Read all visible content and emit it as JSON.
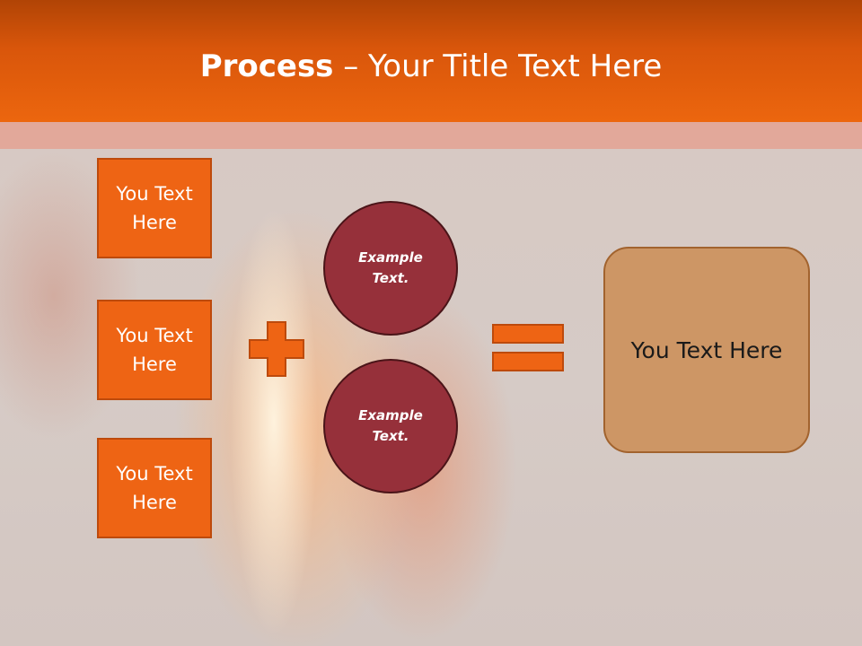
{
  "title": {
    "bold": "Process",
    "rest": " – Your Title Text Here"
  },
  "left_boxes": [
    {
      "label": "You Text Here"
    },
    {
      "label": "You Text Here"
    },
    {
      "label": "You Text Here"
    }
  ],
  "circles": [
    {
      "label": "Example Text."
    },
    {
      "label": "Example Text."
    }
  ],
  "operators": {
    "plus": "plus-icon",
    "equals": "equals-icon"
  },
  "result": {
    "label": "You Text Here"
  },
  "colors": {
    "header": "#ec660e",
    "box": "#ee6414",
    "circle": "#96303a",
    "result": "#cd9665"
  }
}
